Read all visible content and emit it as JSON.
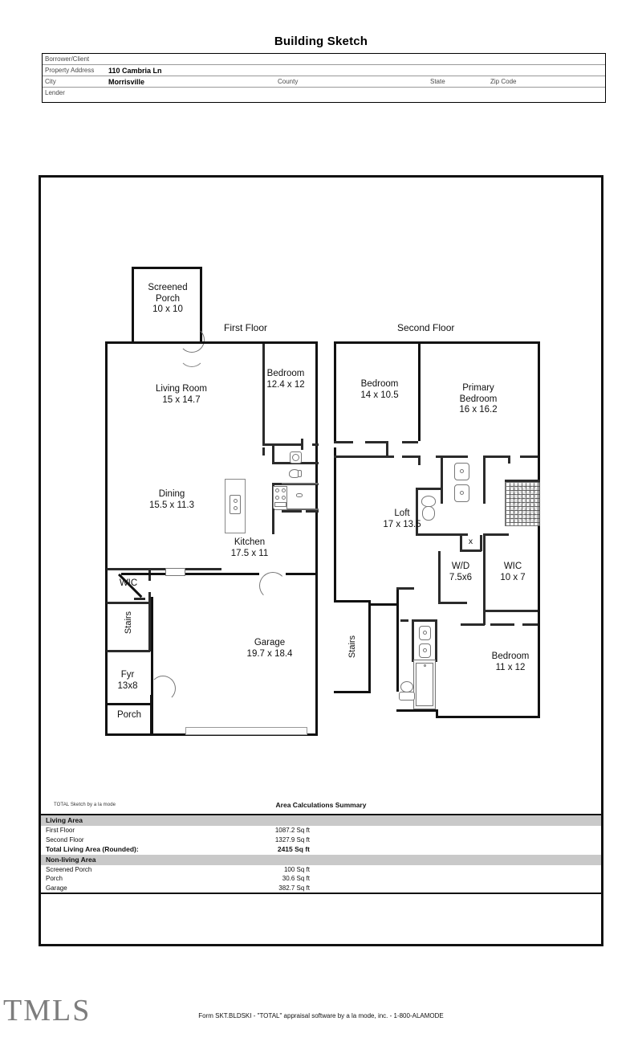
{
  "page": {
    "title": "Building Sketch"
  },
  "header": {
    "rows": [
      {
        "label": "Borrower/Client",
        "value": ""
      },
      {
        "label": "Property Address",
        "value": "110 Cambria Ln"
      },
      {
        "label": "City",
        "value": "Morrisville"
      },
      {
        "label": "Lender",
        "value": ""
      }
    ],
    "county_label": "County",
    "county_value": "",
    "state_label": "State",
    "state_value": "",
    "zip_label": "Zip Code",
    "zip_value": ""
  },
  "sketch": {
    "first_floor": {
      "title": "First Floor",
      "rooms": [
        {
          "name": "screened-porch",
          "label": "Screened\nPorch\n10 x 10"
        },
        {
          "name": "living-room",
          "label": "Living Room\n15 x 14.7"
        },
        {
          "name": "bedroom-1",
          "label": "Bedroom\n12.4 x 12"
        },
        {
          "name": "dining",
          "label": "Dining\n15.5 x 11.3"
        },
        {
          "name": "kitchen",
          "label": "Kitchen\n17.5 x 11"
        },
        {
          "name": "wic",
          "label": "WIC"
        },
        {
          "name": "stairs",
          "label": "Stairs"
        },
        {
          "name": "fyr",
          "label": "Fyr\n13x8"
        },
        {
          "name": "porch",
          "label": "Porch"
        },
        {
          "name": "garage",
          "label": "Garage\n19.7 x 18.4"
        }
      ]
    },
    "second_floor": {
      "title": "Second Floor",
      "rooms": [
        {
          "name": "bedroom-2",
          "label": "Bedroom\n14 x 10.5"
        },
        {
          "name": "primary-bedroom",
          "label": "Primary\nBedroom\n16 x 16.2"
        },
        {
          "name": "loft",
          "label": "Loft\n17 x 13.5"
        },
        {
          "name": "wd",
          "label": "W/D\n7.5x6"
        },
        {
          "name": "wic-2",
          "label": "WIC\n10 x 7"
        },
        {
          "name": "closet-x",
          "label": "x"
        },
        {
          "name": "stairs-2",
          "label": "Stairs"
        },
        {
          "name": "bedroom-3",
          "label": "Bedroom\n11 x 12"
        }
      ]
    }
  },
  "area_summary": {
    "software_note": "TOTAL Sketch by a la mode",
    "title": "Area Calculations Summary",
    "living_section": "Living Area",
    "living_rows": [
      {
        "label": "First Floor",
        "amount": "1087.2 Sq ft"
      },
      {
        "label": "Second Floor",
        "amount": "1327.9 Sq ft"
      }
    ],
    "total_label": "Total Living Area (Rounded):",
    "total_amount": "2415 Sq ft",
    "nonliving_section": "Non-living Area",
    "nonliving_rows": [
      {
        "label": "Screened Porch",
        "amount": "100 Sq ft"
      },
      {
        "label": "Porch",
        "amount": "30.6 Sq ft"
      },
      {
        "label": "Garage",
        "amount": "382.7 Sq ft"
      }
    ]
  },
  "footer": {
    "watermark": "TMLS",
    "form_note": "Form SKT.BLDSKI - \"TOTAL\" appraisal software by a la mode, inc. - 1-800-ALAMODE"
  }
}
